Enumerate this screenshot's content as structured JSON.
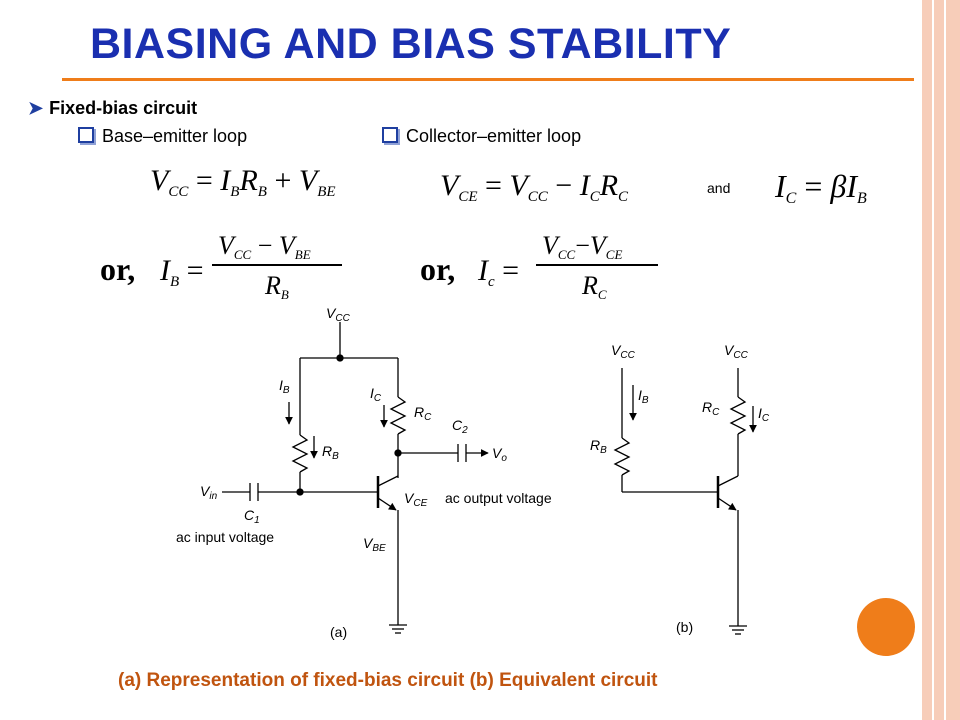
{
  "title": "BIASING AND BIAS STABILITY",
  "section": "Fixed-bias circuit",
  "loops": {
    "base_emitter": "Base–emitter loop",
    "collector_emitter": "Collector–emitter loop"
  },
  "and_word": "and",
  "equations": {
    "vcc_sym": "V",
    "vcc_sub": "CC",
    "ib_sym": "I",
    "ib_sub": "B",
    "rb_sym": "R",
    "rb_sub": "B",
    "vbe_sym": "V",
    "vbe_sub": "BE",
    "vce_sym": "V",
    "vce_sub": "CE",
    "ic_sym": "I",
    "ic_sub": "C",
    "rc_sym": "R",
    "rc_sub": "C",
    "beta": "β",
    "or_word": "or,",
    "ic_sub_plain": "c"
  },
  "circuit_a": {
    "vcc": "V",
    "vcc_sub": "CC",
    "ib": "I",
    "ib_sub": "B",
    "rb": "R",
    "rb_sub": "B",
    "ic": "I",
    "ic_sub": "C",
    "rc": "R",
    "rc_sub": "C",
    "c2": "C",
    "c2_sub": "2",
    "vo": "V",
    "vo_sub": "o",
    "vin": "V",
    "vin_sub": "in",
    "c1": "C",
    "c1_sub": "1",
    "vce": "V",
    "vce_sub": "CE",
    "vbe": "V",
    "vbe_sub": "BE",
    "ac_in": "ac input voltage",
    "ac_out": "ac output voltage",
    "tag": "(a)"
  },
  "circuit_b": {
    "vcc_left": "V",
    "vcc_left_sub": "CC",
    "vcc_right": "V",
    "vcc_right_sub": "CC",
    "ib": "I",
    "ib_sub": "B",
    "rb": "R",
    "rb_sub": "B",
    "rc": "R",
    "rc_sub": "C",
    "ic": "I",
    "ic_sub": "C",
    "tag": "(b)"
  },
  "caption": "(a) Representation of fixed-bias circuit (b) Equivalent circuit",
  "colors": {
    "title": "#1a2fb0",
    "accent": "#ef7d1a",
    "caption": "#c0540f",
    "band": "#f7cdb9"
  }
}
